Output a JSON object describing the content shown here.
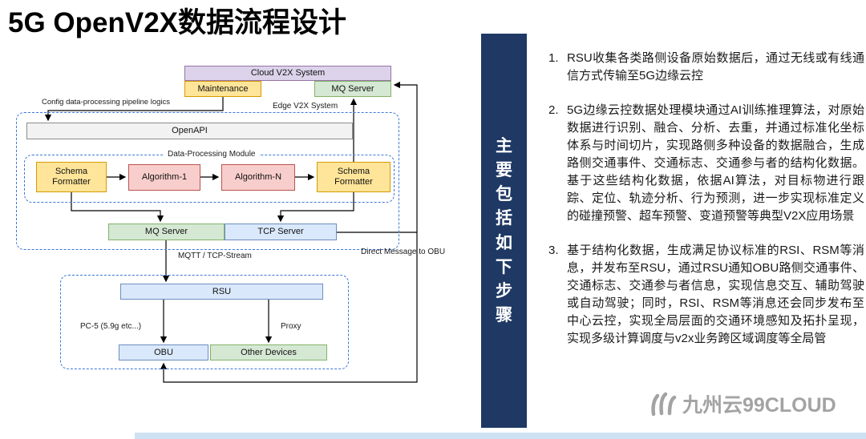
{
  "title": "5G OpenV2X数据流程设计",
  "diagram": {
    "cloud_system": {
      "title": "Cloud V2X System",
      "maintenance_label": "Maintenance",
      "mq_server_label": "MQ Server"
    },
    "config_label": "Config data-processing pipeline logics",
    "edge_system": {
      "title": "Edge V2X System",
      "openapi_label": "OpenAPI",
      "dpm_title": "Data-Processing Module",
      "schema_formatter_left": "Schema Formatter",
      "algorithm_1": "Algorithm-1",
      "algorithm_n": "Algorithm-N",
      "schema_formatter_right": "Schema Formatter",
      "mq_server_label": "MQ Server",
      "tcp_server_label": "TCP Server"
    },
    "mqtt_label": "MQTT / TCP-Stream",
    "direct_label": "Direct Message to OBU",
    "roadside": {
      "rsu_label": "RSU",
      "pc5_label": "PC-5 (5.9g etc...)",
      "proxy_label": "Proxy",
      "obu_label": "OBU",
      "other_devices_label": "Other Devices"
    }
  },
  "banner": {
    "text": "主要包括如下步骤",
    "chars": [
      "主",
      "要",
      "包",
      "括",
      "如",
      "下",
      "步",
      "骤"
    ]
  },
  "steps": [
    {
      "num": "1.",
      "text": "RSU收集各类路侧设备原始数据后，通过无线或有线通信方式传输至5G边缘云控"
    },
    {
      "num": "2.",
      "text": "5G边缘云控数据处理模块通过AI训练推理算法，对原始数据进行识别、融合、分析、去重，并通过标准化坐标体系与时间切片，实现路侧多种设备的数据融合，生成路侧交通事件、交通标志、交通参与者的结构化数据。基于这些结构化数据，依据AI算法，对目标物进行跟踪、定位、轨迹分析、行为预测，进一步实现标准定义的碰撞预警、超车预警、变道预警等典型V2X应用场景"
    },
    {
      "num": "3.",
      "text": "基于结构化数据，生成满足协议标准的RSI、RSM等消息，并发布至RSU，通过RSU通知OBU路侧交通事件、交通标志、交通参与者信息，实现信息交互、辅助驾驶或自动驾驶；同时，RSI、RSM等消息还会同步发布至中心云控，实现全局层面的交通环境感知及拓扑呈现，实现多级计算调度与v2x业务跨区域调度等全局管"
    }
  ],
  "watermark": {
    "text": "九州云99CLOUD"
  },
  "colors": {
    "banner_bg": "#1f3864",
    "dashed_border": "#3b78d8",
    "bottom_bar": "#cfe2f3"
  }
}
